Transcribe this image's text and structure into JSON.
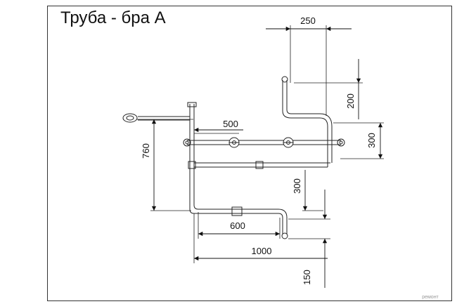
{
  "title": "Труба - бра А",
  "dimensions": {
    "d250": "250",
    "d200": "200",
    "d300_right": "300",
    "d500": "500",
    "d760": "760",
    "d300_mid": "300",
    "d600": "600",
    "d1000": "1000",
    "d150": "150"
  },
  "watermark": "ремонт"
}
